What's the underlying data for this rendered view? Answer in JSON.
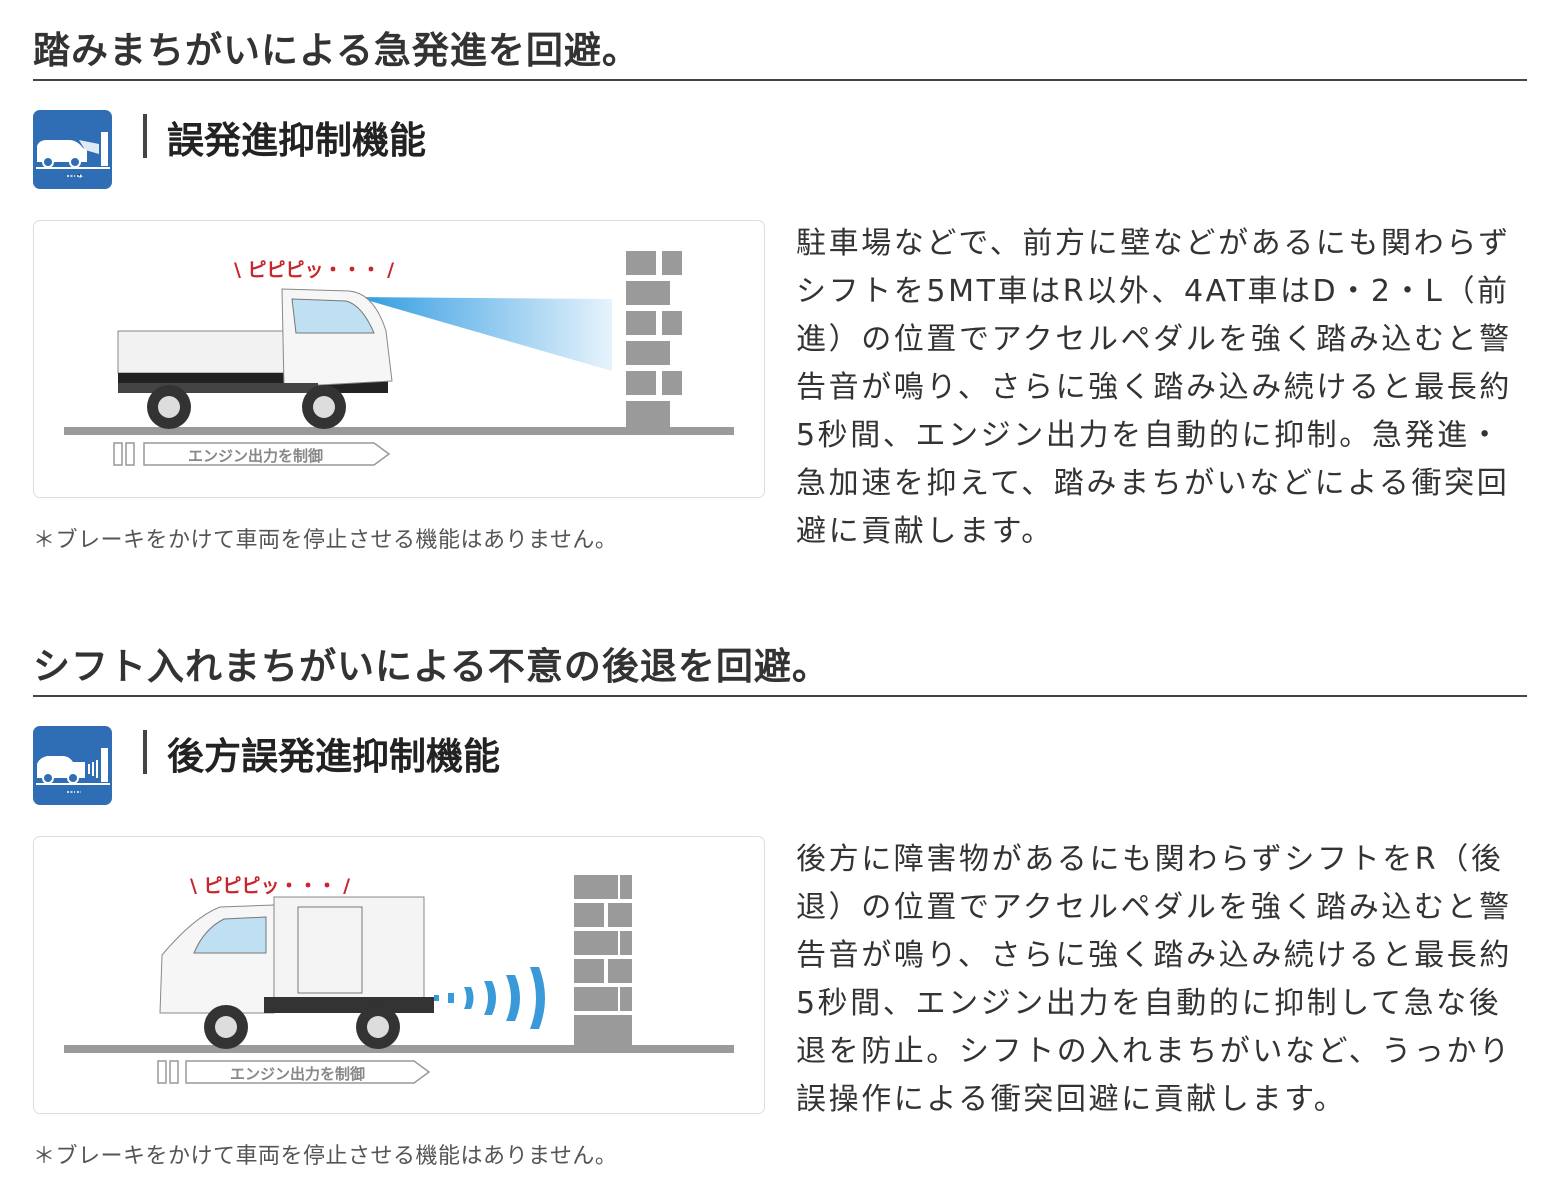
{
  "sections": [
    {
      "heading": "踏みまちがいによる急発進を回避。",
      "feature_title": "誤発進抑制機能",
      "icon": "forward-misstart-icon",
      "beep_label": "\\ ピピピッ・・・ /",
      "engine_label": "エンジン出力を制御",
      "note": "＊ブレーキをかけて車両を停止させる機能はありません。",
      "description": "駐車場などで、前方に壁などがあるにも関わらずシフトを5MT車はR以外、4AT車はD・2・L（前進）の位置でアクセルペダルを強く踏み込むと警告音が鳴り、さらに強く踏み込み続けると最長約5秒間、エンジン出力を自動的に抑制。急発進・急加速を抑えて、踏みまちがいなどによる衝突回避に貢献します。",
      "colors": {
        "icon_bg": "#2f6db5",
        "beep": "#c8262c",
        "sensor": "#3a9ad9"
      }
    },
    {
      "heading": "シフト入れまちがいによる不意の後退を回避。",
      "feature_title": "後方誤発進抑制機能",
      "icon": "rear-misstart-icon",
      "beep_label": "\\ ピピピッ・・・ /",
      "engine_label": "エンジン出力を制御",
      "note": "＊ブレーキをかけて車両を停止させる機能はありません。",
      "description": "後方に障害物があるにも関わらずシフトをR（後退）の位置でアクセルペダルを強く踏み込むと警告音が鳴り、さらに強く踏み込み続けると最長約5秒間、エンジン出力を自動的に抑制して急な後退を防止。シフトの入れまちがいなど、うっかり誤操作による衝突回避に貢献します。",
      "colors": {
        "icon_bg": "#2f6db5",
        "beep": "#c8262c",
        "sensor": "#3a9ad9"
      }
    }
  ]
}
